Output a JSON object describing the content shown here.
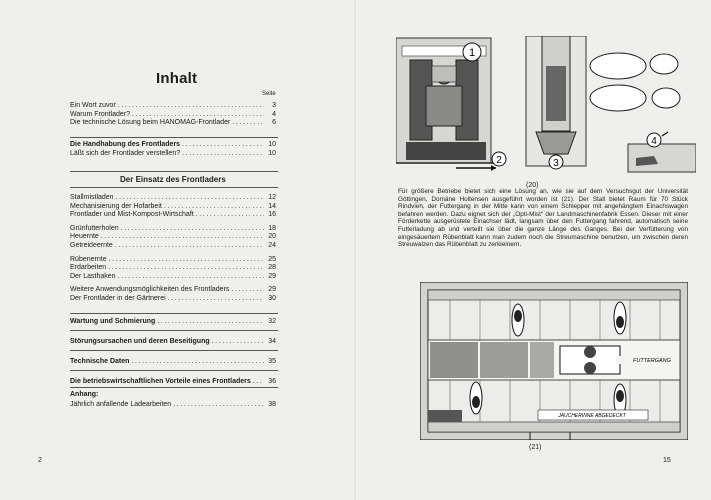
{
  "toc": {
    "title": "Inhalt",
    "seite_label": "Seite",
    "group1": [
      {
        "text": "Ein Wort zuvor",
        "page": "3",
        "bold": false
      },
      {
        "text": "Warum Frontlader?",
        "page": "4",
        "bold": false
      },
      {
        "text": "Die technische Lösung beim HANOMAG-Frontlader",
        "page": "6",
        "bold": false
      }
    ],
    "group2": [
      {
        "text": "Die Handhabung des Frontladers",
        "page": "10",
        "bold": true
      },
      {
        "text": "Läßt sich der Frontlader verstellen?",
        "page": "10",
        "bold": false
      }
    ],
    "section_heading": "Der Einsatz des Frontladers",
    "group3": [
      {
        "text": "Stallmistladen",
        "page": "12",
        "bold": false
      },
      {
        "text": "Mechanisierung der Hofarbeit",
        "page": "14",
        "bold": false
      },
      {
        "text": "Frontlader und Mist-Kompost-Wirtschaft",
        "page": "16",
        "bold": false
      },
      {
        "text": "Grünfutterholen",
        "page": "18",
        "bold": false
      },
      {
        "text": "Heuernte",
        "page": "20",
        "bold": false
      },
      {
        "text": "Getreideernte",
        "page": "24",
        "bold": false
      },
      {
        "text": "Rübenernte",
        "page": "25",
        "bold": false
      },
      {
        "text": "Erdarbeiten",
        "page": "28",
        "bold": false
      },
      {
        "text": "Der Lasthaken",
        "page": "29",
        "bold": false
      },
      {
        "text": "Weitere Anwendungsmöglichkeiten des Frontladers",
        "page": "29",
        "bold": false
      },
      {
        "text": "Der Frontlader in der Gärtnerei",
        "page": "30",
        "bold": false
      }
    ],
    "group4": [
      {
        "text": "Wartung und Schmierung",
        "page": "32",
        "bold": true
      },
      {
        "text": "Störungsursachen und deren Beseitigung",
        "page": "34",
        "bold": true
      },
      {
        "text": "Technische Daten",
        "page": "35",
        "bold": true
      },
      {
        "text": "Die betriebswirtschaftlichen Vorteile eines Frontladers",
        "page": "36",
        "bold": true
      }
    ],
    "anhang_label": "Anhang:",
    "anhang_entry": {
      "text": "Jährlich anfallende Ladearbeiten",
      "page": "38"
    }
  },
  "left_page_number": "2",
  "right_page_number": "15",
  "figure_top": {
    "caption": "(20)",
    "markers": [
      "1",
      "2",
      "3",
      "4"
    ]
  },
  "paragraph": "Für größere Betriebe bietet sich eine Lösung an, wie sie auf dem Versuchsgut der Universität Göttingen, Domäne Holtensen ausgeführt worden ist (21). Der Stall bietet Raum für 70 Stück Rindvieh, der Futtergang in der Mitte kann von einem Schlepper mit angehängtem Einachswagen befahren werden. Dazu eignet sich der „Opti-Mist“ der Landmaschinenfabrik Essen. Dieser mit einer Förderkette ausgerüstete Einachser lädt, langsam über den Futtergang fahrend, automatisch seine Futterladung ab und verteilt sie über die ganze Länge des Ganges. Bei der Verfütterung von eingesäuertem Rübenblatt kann man zudem noch die Streumaschine benutzen, um zwischen deren Streuwalzen das Rübenblatt zu zerkleinern.",
  "figure_plan": {
    "caption": "(21)",
    "label_futtergang": "FUTTERGANG",
    "label_jauche": "JAUCHERINNE ABGEDECKT"
  }
}
